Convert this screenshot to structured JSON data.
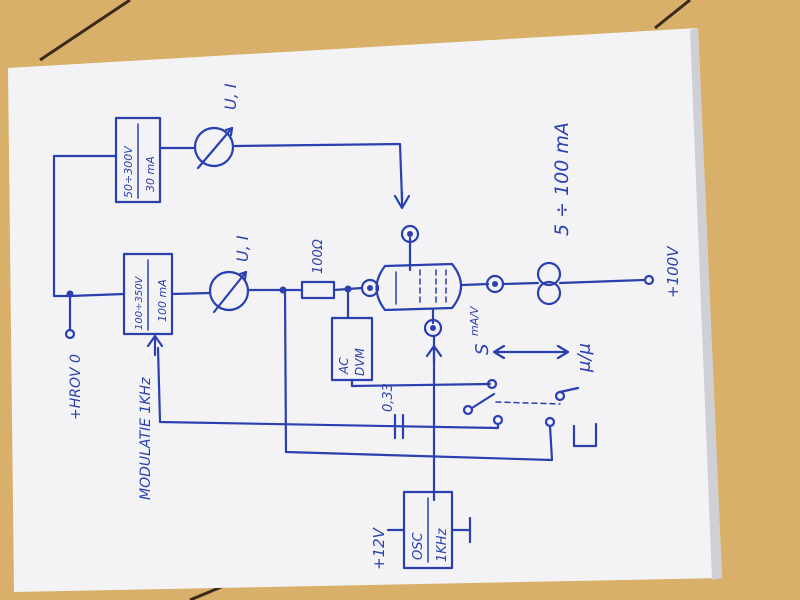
{
  "colors": {
    "ink": "#2a3fb0",
    "paper": "#f4f4f6",
    "table": "#d9b06a"
  },
  "labels": {
    "heater": "+HROV 0",
    "modulation": "MODULATIE  1KHz",
    "psu_heater_range": "50÷300V",
    "psu_heater_current": "30 mA",
    "psu_anode_range": "100÷350V",
    "psu_anode_current": "100 mA",
    "meter_heater": "U, I",
    "meter_anode": "U, I",
    "resistor": "100Ω",
    "dvm_line1": "AC",
    "dvm_line2": "DVM",
    "capacitor": "0,33",
    "s_label": "S",
    "s_unit": "mA/V",
    "mu_label": "μ/μ",
    "current_range": "5 ÷ 100 mA",
    "plus100": "+100V",
    "plus12": "+12V",
    "osc_line1": "OSC",
    "osc_line2": "1KHz"
  }
}
